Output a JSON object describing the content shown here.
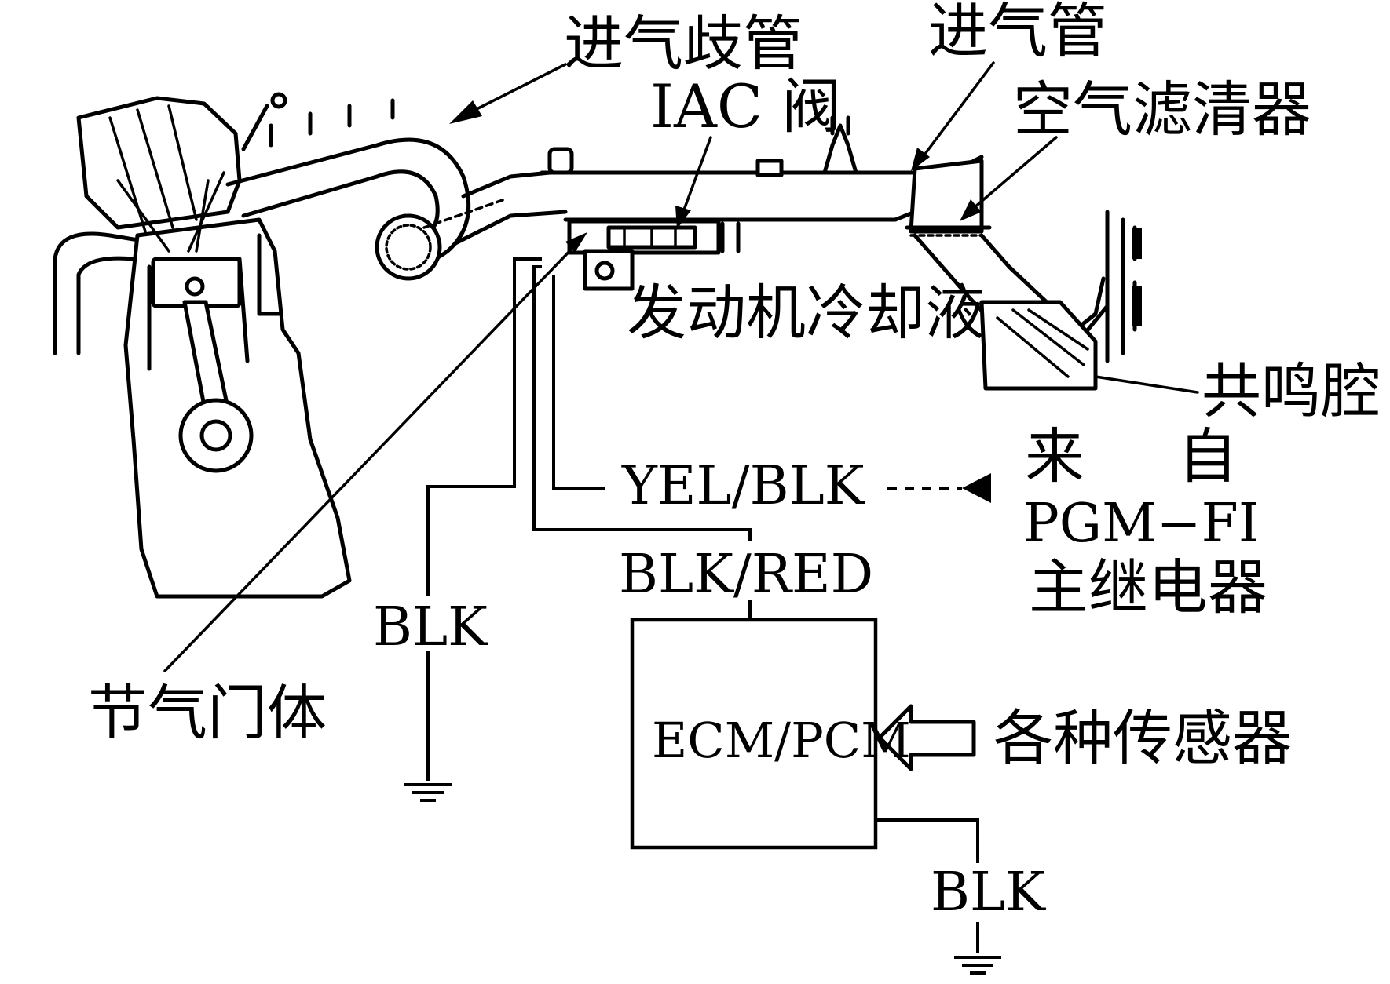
{
  "labels": {
    "intake_manifold": "进气歧管",
    "intake_pipe": "进气管",
    "iac_valve": "IAC 阀",
    "air_filter": "空气滤清器",
    "coolant": "发动机冷却液",
    "resonator": "共鸣腔",
    "from": "来",
    "self_char": "自",
    "pgm_fi": "PGM−FI",
    "main_relay": "主继电器",
    "throttle_body": "节气门体",
    "various_sensors": "各种传感器",
    "ecm_pcm": "ECM/PCM"
  },
  "wires": {
    "yel_blk": "YEL/BLK",
    "blk_red": "BLK/RED",
    "blk_left": "BLK",
    "blk_bottom": "BLK"
  }
}
